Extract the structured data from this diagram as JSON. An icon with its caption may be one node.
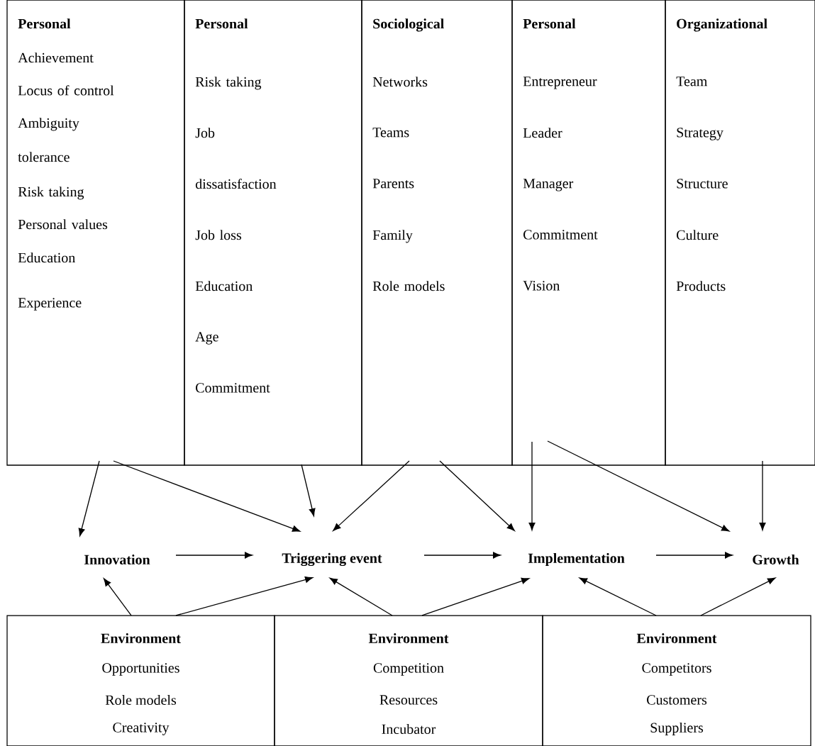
{
  "diagram": {
    "nodes": [
      {
        "text": [
          "Personal",
          "Achievement",
          "Locus of control",
          "Ambiguity tolerance",
          "Risk taking",
          "Personal values",
          "Education",
          "Experience"
        ]
      },
      {
        "text": [
          "Personal",
          "Risk taking",
          "Job dissatisfaction",
          "Job loss",
          "Education",
          "Age",
          "Commitment"
        ]
      },
      {
        "text": [
          "Sociological",
          "Networks",
          "Teams",
          "Parents",
          "Family",
          "Role models"
        ]
      },
      {
        "text": [
          "Personal",
          "Entrepreneur",
          "Leader",
          "Manager",
          "Commitment",
          "Vision"
        ]
      },
      {
        "text": [
          "Organizational",
          "Team",
          "Strategy",
          "Structure",
          "Culture",
          "Products"
        ]
      },
      {
        "text": [
          "Innovation"
        ]
      },
      {
        "text": [
          "Triggering event"
        ]
      },
      {
        "text": [
          "Implementation"
        ]
      },
      {
        "text": [
          "Growth"
        ]
      },
      {
        "text": [
          "Environment",
          "Opportunities",
          "Role models",
          "Creativity"
        ]
      },
      {
        "text": [
          "Environment",
          "Competition",
          "Resources",
          "Incubator"
        ]
      },
      {
        "text": [
          "Environment",
          "Competitors",
          "Customers",
          "Suppliers"
        ]
      }
    ],
    "edges": [
      {
        "from": 0,
        "to": 5,
        "arrow": "to"
      },
      {
        "from": 0,
        "to": 6,
        "arrow": "to"
      },
      {
        "from": 1,
        "to": 6,
        "arrow": "to"
      },
      {
        "from": 2,
        "to": 6,
        "arrow": "to"
      },
      {
        "from": 2,
        "to": 7,
        "arrow": "to"
      },
      {
        "from": 3,
        "to": 7,
        "arrow": "to"
      },
      {
        "from": 3,
        "to": 8,
        "arrow": "to"
      },
      {
        "from": 4,
        "to": 8,
        "arrow": "to"
      },
      {
        "from": 5,
        "to": 6,
        "arrow": "to"
      },
      {
        "from": 6,
        "to": 7,
        "arrow": "to"
      },
      {
        "from": 7,
        "to": 8,
        "arrow": "to"
      },
      {
        "from": 9,
        "to": 5,
        "arrow": "to"
      },
      {
        "from": 9,
        "to": 6,
        "arrow": "to"
      },
      {
        "from": 10,
        "to": 6,
        "arrow": "to"
      },
      {
        "from": 10,
        "to": 7,
        "arrow": "to"
      },
      {
        "from": 11,
        "to": 7,
        "arrow": "to"
      },
      {
        "from": 11,
        "to": 8,
        "arrow": "to"
      }
    ]
  }
}
